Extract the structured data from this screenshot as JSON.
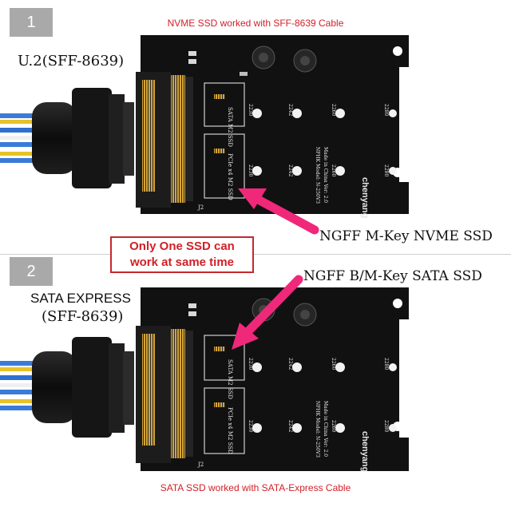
{
  "panel1": {
    "number": "1",
    "caption": "NVME SSD worked with SFF-8639 Cable",
    "connector_label": "U.2(SFF-8639)",
    "slot_label": "NGFF M-Key NVME SSD"
  },
  "note": {
    "line1": "Only One SSD can",
    "line2": "work at same time"
  },
  "panel2": {
    "number": "2",
    "caption": "SATA SSD worked with SATA-Express Cable",
    "connector_label_line1": "SATA EXPRESS",
    "connector_label_line2": "(SFF-8639)",
    "slot_label": "NGFF B/M-Key SATA SSD"
  },
  "board": {
    "brand": "chenyang",
    "model": "NFHK Model: N-250V3",
    "origin": "Made in China Ver: 2.0",
    "slot_top": "SATA M2 SSD",
    "slot_bottom": "PCIe x4 M2 SSD",
    "hole_2230": "2230",
    "hole_2242": "2242",
    "hole_2260": "2260",
    "hole_2280": "2280",
    "j2": "J2"
  },
  "colors": {
    "accent_red": "#d22028",
    "arrow_pink": "#f0287a",
    "pcb": "#111111",
    "gold": "#d4a437",
    "badge": "#a9a9a9"
  }
}
